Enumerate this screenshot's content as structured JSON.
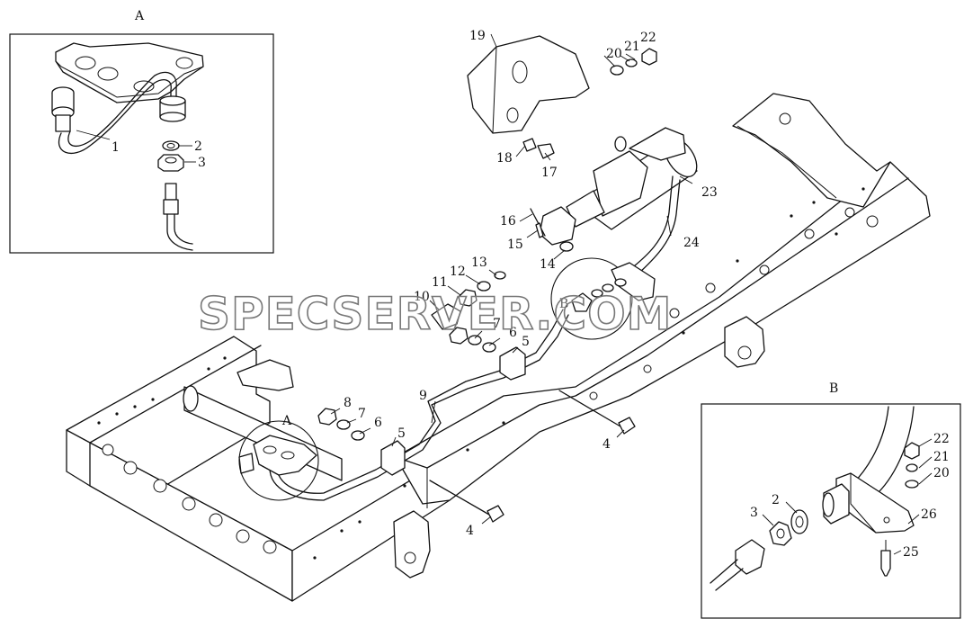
{
  "detail_a": {
    "title": "A",
    "callouts": [
      "1",
      "2",
      "3"
    ]
  },
  "detail_b": {
    "title": "B",
    "callouts": [
      "22",
      "21",
      "20",
      "26",
      "25",
      "2",
      "3"
    ]
  },
  "main": {
    "detail_marks": [
      "A",
      "B"
    ],
    "callouts": [
      "19",
      "22",
      "21",
      "20",
      "18",
      "17",
      "23",
      "16",
      "15",
      "14",
      "24",
      "13",
      "12",
      "11",
      "10",
      "7",
      "6",
      "5",
      "9",
      "8",
      "7",
      "6",
      "5",
      "4",
      "4"
    ]
  },
  "watermark": "SPECSERVER.COM"
}
